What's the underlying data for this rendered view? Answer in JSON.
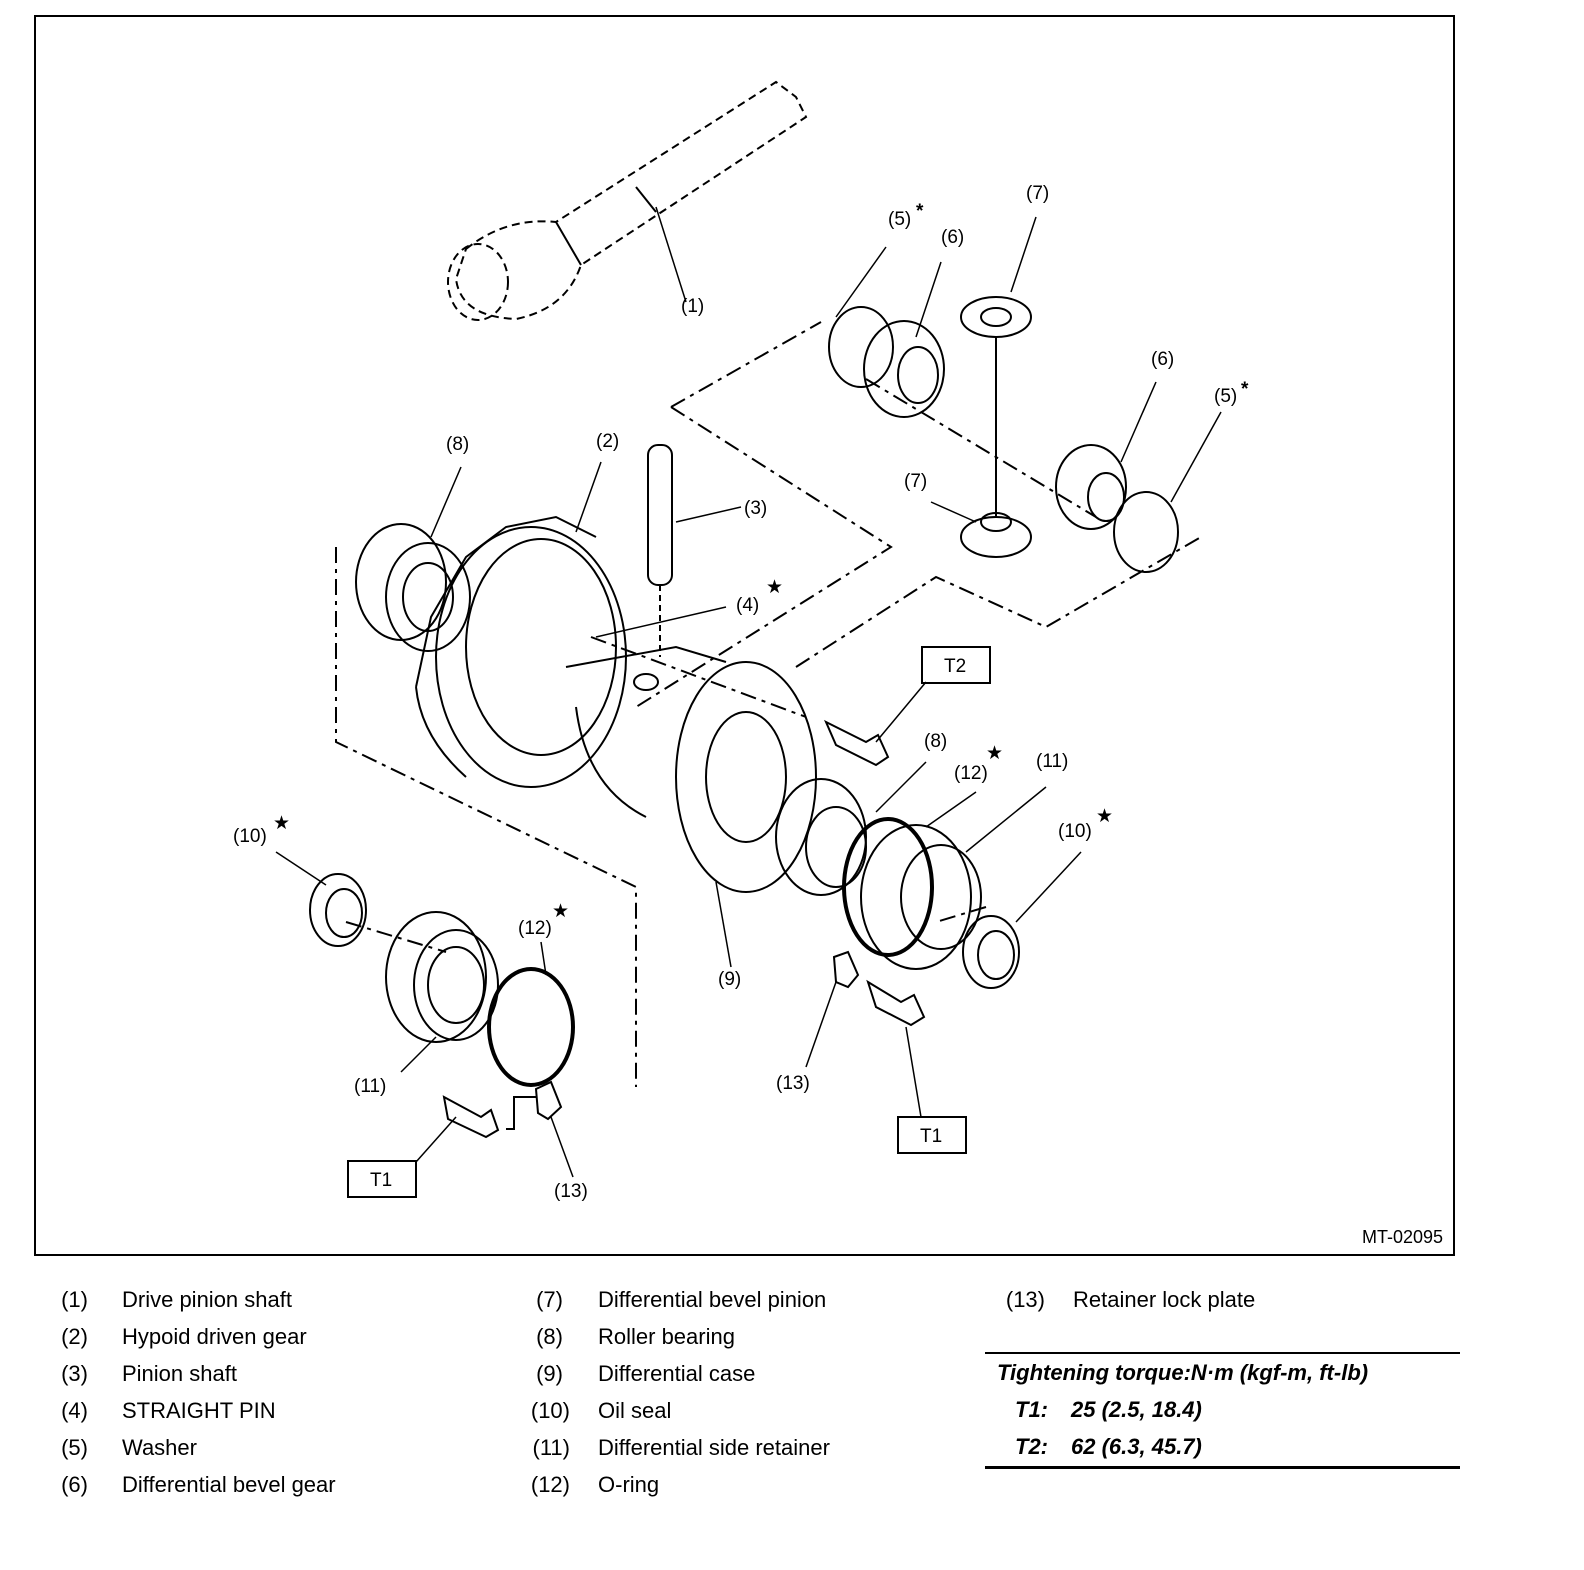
{
  "figure_id": "MT-02095",
  "callouts": {
    "c1": "(1)",
    "c2": "(2)",
    "c3": "(3)",
    "c4": "(4)",
    "c5a": "(5)",
    "c5b": "(5)",
    "c6a": "(6)",
    "c6b": "(6)",
    "c7a": "(7)",
    "c7b": "(7)",
    "c8a": "(8)",
    "c8b": "(8)",
    "c9": "(9)",
    "c10a": "(10)",
    "c10b": "(10)",
    "c11a": "(11)",
    "c11b": "(11)",
    "c12a": "(12)",
    "c12b": "(12)",
    "c13a": "(13)",
    "c13b": "(13)",
    "t2": "T2",
    "t1a": "T1",
    "t1b": "T1",
    "star": "★",
    "asterisk": "*"
  },
  "legend": [
    {
      "num": "(1)",
      "name": "Drive pinion shaft"
    },
    {
      "num": "(2)",
      "name": "Hypoid driven gear"
    },
    {
      "num": "(3)",
      "name": "Pinion shaft"
    },
    {
      "num": "(4)",
      "name": "STRAIGHT PIN"
    },
    {
      "num": "(5)",
      "name": "Washer"
    },
    {
      "num": "(6)",
      "name": "Differential bevel gear"
    },
    {
      "num": "(7)",
      "name": "Differential bevel pinion"
    },
    {
      "num": "(8)",
      "name": "Roller bearing"
    },
    {
      "num": "(9)",
      "name": "Differential case"
    },
    {
      "num": "(10)",
      "name": "Oil seal"
    },
    {
      "num": "(11)",
      "name": "Differential side retainer"
    },
    {
      "num": "(12)",
      "name": "O-ring"
    },
    {
      "num": "(13)",
      "name": "Retainer lock plate"
    }
  ],
  "torque": {
    "title": "Tightening torque:N·m (kgf-m, ft-lb)",
    "rows": [
      {
        "key": "T1:",
        "value": "25 (2.5, 18.4)"
      },
      {
        "key": "T2:",
        "value": "62 (6.3, 45.7)"
      }
    ]
  }
}
